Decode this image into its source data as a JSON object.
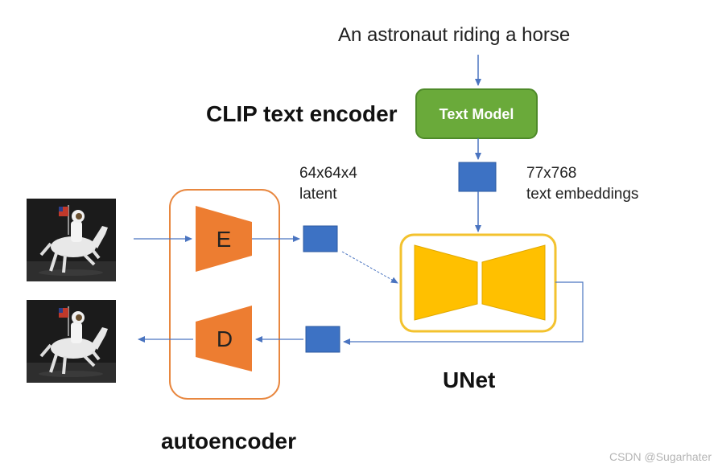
{
  "prompt": "An astronaut riding a horse",
  "clip": {
    "title": "CLIP text encoder",
    "text_model_label": "Text Model"
  },
  "embeddings": {
    "line1": "77x768",
    "line2": "text embeddings"
  },
  "latent": {
    "line1": "64x64x4",
    "line2": "latent"
  },
  "unet": {
    "title": "UNet"
  },
  "autoencoder": {
    "title": "autoencoder",
    "encoder_letter": "E",
    "decoder_letter": "D"
  },
  "watermark": "CSDN @Sugarhater",
  "colors": {
    "text_model_fill": "#6aaa3a",
    "text_model_border": "#4e8a29",
    "autoencoder_border": "#e8873f",
    "encoder_decoder_fill": "#ed7d31",
    "unet_border": "#f3c22e",
    "unet_fill": "#ffc000",
    "tensor_fill": "#3d72c4",
    "arrow": "#4a74c0"
  },
  "icons": [
    "astronaut-on-horse-input-image",
    "astronaut-on-horse-output-image"
  ]
}
